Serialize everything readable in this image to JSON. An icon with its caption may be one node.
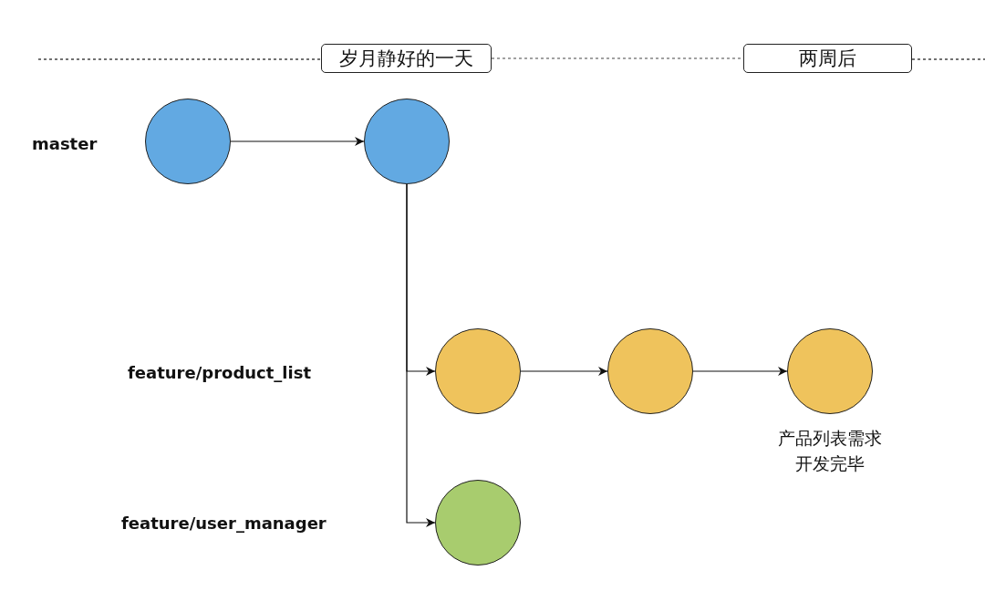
{
  "diagram": {
    "nodes": [
      {
        "text": [
          "岁月静好的一天"
        ]
      },
      {
        "text": [
          "两周后"
        ]
      },
      {
        "text": [],
        "shape": "circle"
      },
      {
        "text": [],
        "shape": "circle"
      },
      {
        "text": [],
        "shape": "circle"
      },
      {
        "text": [],
        "shape": "circle"
      },
      {
        "text": [],
        "shape": "circle",
        "beside": [
          "产品列表需求开发完毕"
        ]
      },
      {
        "text": [],
        "shape": "circle"
      }
    ],
    "edges": [
      {
        "from": 0,
        "to": 1,
        "arrow": "none",
        "style": "dashed"
      },
      {
        "from": 2,
        "to": 3,
        "arrow": "to"
      },
      {
        "from": 3,
        "to": 4,
        "arrow": "to"
      },
      {
        "from": 3,
        "to": 7,
        "arrow": "to"
      },
      {
        "from": 4,
        "to": 5,
        "arrow": "to"
      },
      {
        "from": 5,
        "to": 6,
        "arrow": "to"
      }
    ],
    "labels": [
      "master",
      "feature/product_list",
      "feature/user_manager"
    ]
  }
}
